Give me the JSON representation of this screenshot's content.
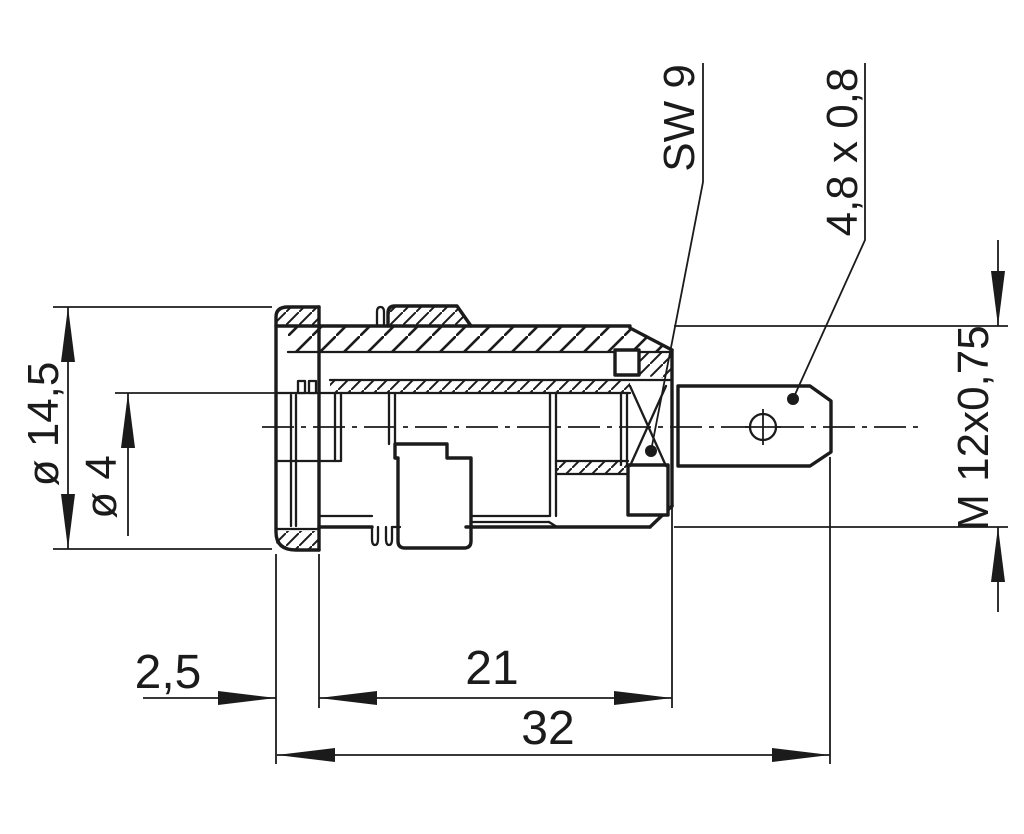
{
  "drawing": {
    "component": "panel-mount safety socket, sectional view",
    "background_color": "#ffffff",
    "line_color": "#1b1b1b",
    "labels": {
      "flange_diameter": "ø 14,5",
      "bore_diameter": "ø 4",
      "hex_wrench_size": "SW 9",
      "flat_tab_size": "4,8 x 0,8",
      "thread": "M 12x0,75",
      "flange_thickness": "2,5",
      "body_length": "21",
      "overall_length": "32"
    }
  }
}
